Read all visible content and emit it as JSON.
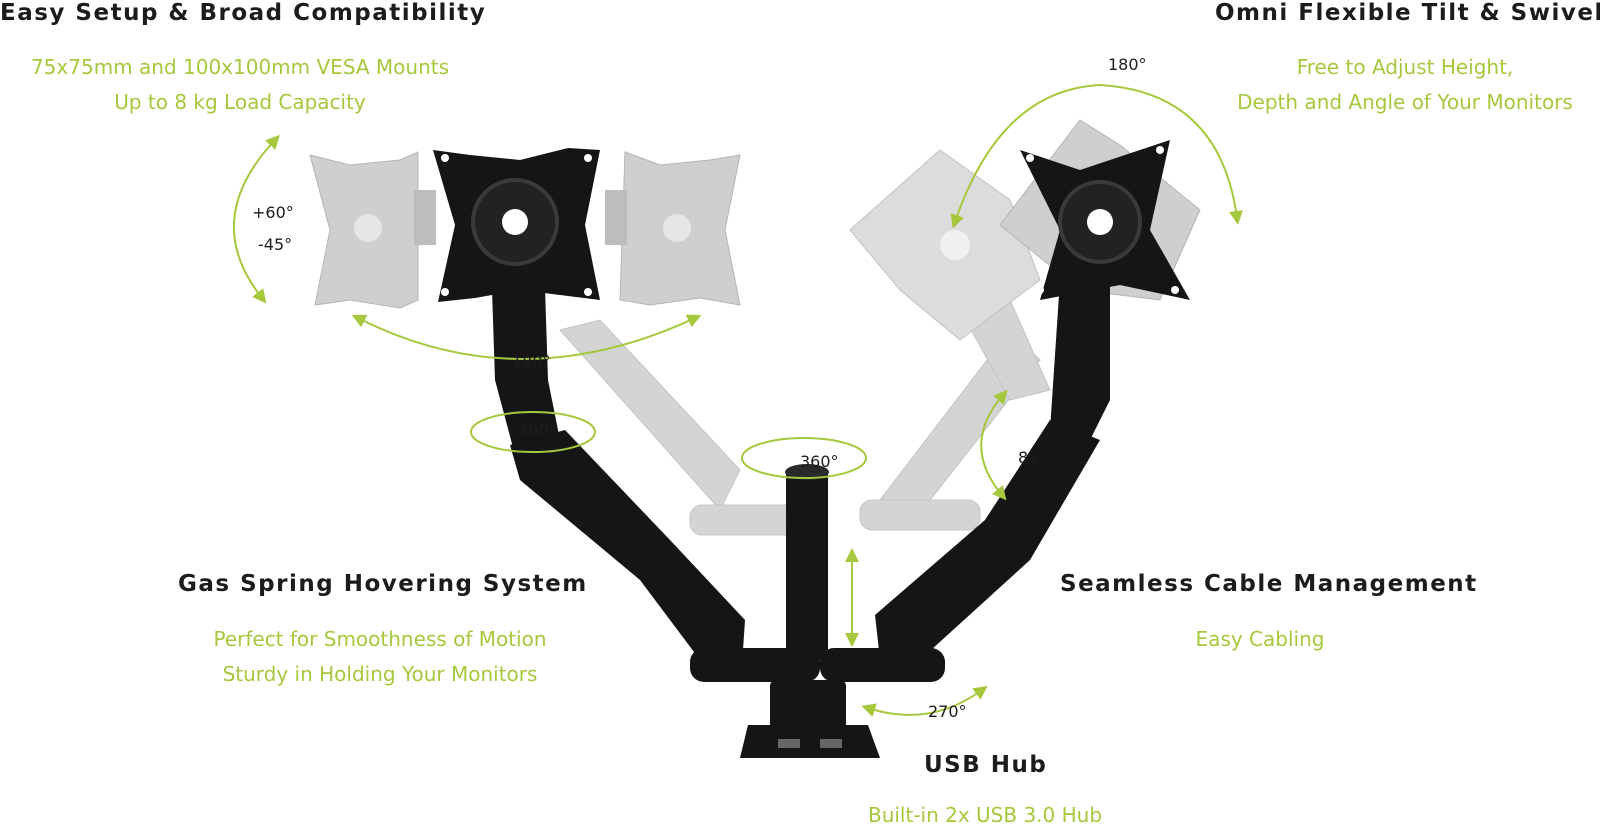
{
  "features": {
    "setup": {
      "title": "Easy Setup & Broad Compatibility",
      "line1": "75x75mm and 100x100mm VESA Mounts",
      "line2": "Up to 8 kg Load Capacity"
    },
    "tilt": {
      "title": "Omni Flexible Tilt & Swivel",
      "line1": "Free to Adjust Height,",
      "line2": "Depth and Angle of Your Monitors"
    },
    "gas": {
      "title": "Gas Spring Hovering System",
      "line1": "Perfect for Smoothness of Motion",
      "line2": "Sturdy in Holding Your Monitors"
    },
    "cable": {
      "title": "Seamless Cable Management",
      "line1": "Easy Cabling"
    },
    "usb": {
      "title": "USB Hub",
      "line1": "Built-in 2x USB 3.0 Hub"
    }
  },
  "angles": {
    "tilt_up": "+60°",
    "tilt_down": "-45°",
    "swivel_left": "180°",
    "rotate_right": "180°",
    "joint_left": "360°",
    "pole_top": "360°",
    "arm_right": "83°",
    "base": "270°"
  },
  "colors": {
    "accent": "#a5c83c",
    "arm": "#151515",
    "ghost": "#c9c9c9",
    "text": "#1c1c1c"
  }
}
